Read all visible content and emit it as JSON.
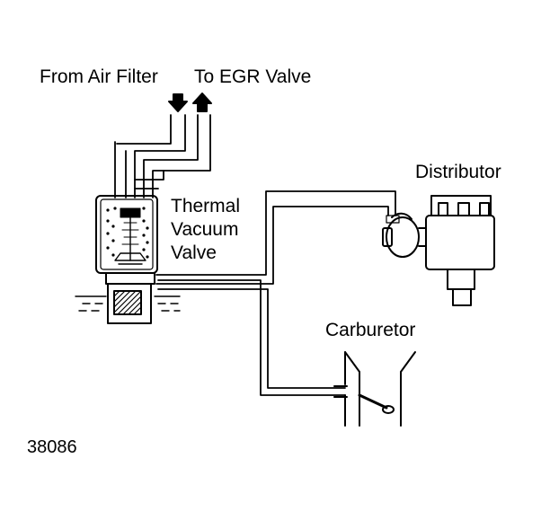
{
  "labels": {
    "from_air_filter": "From Air Filter",
    "to_egr_valve": "To EGR Valve",
    "distributor": "Distributor",
    "thermal": "Thermal",
    "vacuum": "Vacuum",
    "valve": "Valve",
    "carburetor": "Carburetor",
    "figure_number": "38086"
  },
  "colors": {
    "ink": "#000000",
    "paper": "#ffffff"
  },
  "icons": {
    "in_arrow": "arrow-down-icon",
    "out_arrow": "arrow-up-icon"
  }
}
